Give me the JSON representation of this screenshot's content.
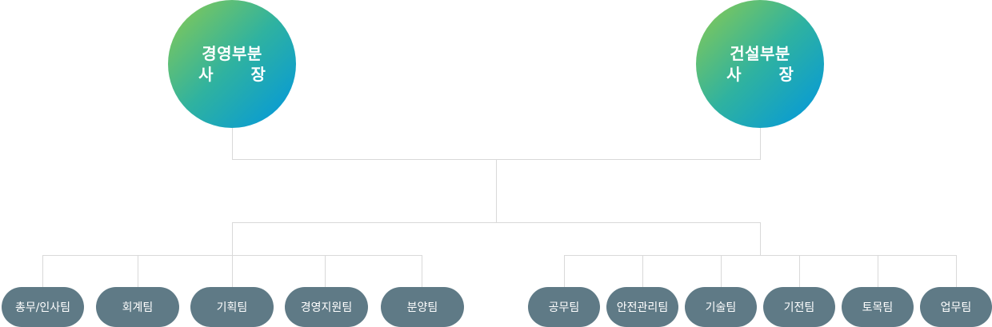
{
  "colors": {
    "gradient_start": "#8ccb4f",
    "gradient_end": "#0096e0",
    "team_box": "#5f7a86",
    "connector": "#d9d9d9"
  },
  "presidents": [
    {
      "line1": "경영부분",
      "line2": "사 장"
    },
    {
      "line1": "건설부분",
      "line2": "사 장"
    }
  ],
  "teams_left": [
    "총무/인사팀",
    "회계팀",
    "기획팀",
    "경영지원팀",
    "분양팀"
  ],
  "teams_right": [
    "공무팀",
    "안전관리팀",
    "기술팀",
    "기전팀",
    "토목팀",
    "업무팀"
  ]
}
